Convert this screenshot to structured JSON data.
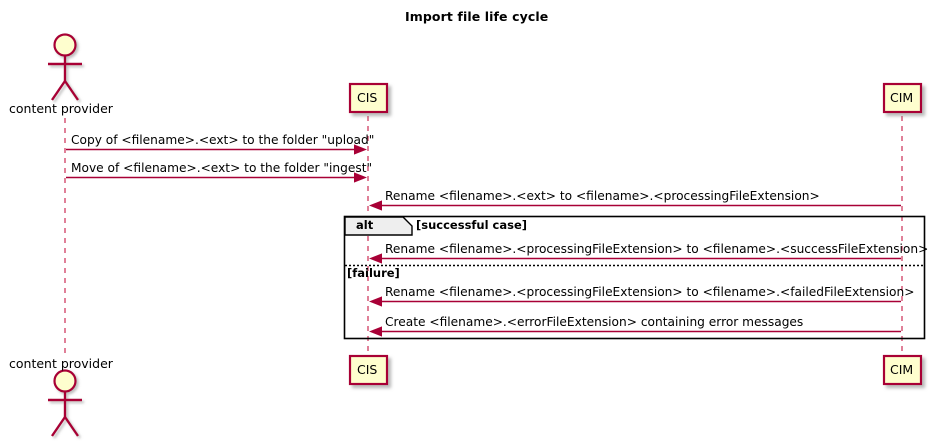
{
  "diagram": {
    "title": "Import file life cycle",
    "type": "uml-sequence-diagram",
    "colors": {
      "line": "#A80036",
      "lifeline": "#A80036",
      "box_fill": "#FEFECE",
      "box_border": "#A80036",
      "actor_head_fill": "#FEFECE",
      "actor_stroke": "#A80036",
      "fragment_border": "#000000",
      "fragment_tab_fill": "#EEEEEE",
      "background": "#FFFFFF",
      "text": "#000000"
    }
  },
  "actors": [
    {
      "name": "content-provider",
      "label": "content provider",
      "position": "left"
    }
  ],
  "participants": [
    {
      "name": "cis",
      "label": "CIS"
    },
    {
      "name": "cim",
      "label": "CIM"
    }
  ],
  "messages": [
    {
      "id": "msg-1",
      "label": "Copy of <filename>.<ext> to the folder \"upload\"",
      "from": "content provider",
      "to": "CIS",
      "direction": "right"
    },
    {
      "id": "msg-2",
      "label": "Move of <filename>.<ext> to the folder \"ingest\"",
      "from": "content provider",
      "to": "CIS",
      "direction": "right"
    },
    {
      "id": "msg-3",
      "label": "Rename <filename>.<ext> to <filename>.<processingFileExtension>",
      "from": "CIM",
      "to": "CIS",
      "direction": "left"
    }
  ],
  "fragment": {
    "operator": "alt",
    "branches": [
      {
        "guard": "[successful case]",
        "messages": [
          {
            "id": "msg-4",
            "label": "Rename <filename>.<processingFileExtension> to <filename>.<successFileExtension>",
            "from": "CIM",
            "to": "CIS",
            "direction": "left"
          }
        ]
      },
      {
        "guard": "[failure]",
        "messages": [
          {
            "id": "msg-5",
            "label": "Rename <filename>.<processingFileExtension> to <filename>.<failedFileExtension>",
            "from": "CIM",
            "to": "CIS",
            "direction": "left"
          },
          {
            "id": "msg-6",
            "label": "Create <filename>.<errorFileExtension> containing error messages",
            "from": "CIM",
            "to": "CIS",
            "direction": "left"
          }
        ]
      }
    ]
  },
  "footer": {
    "actor_label": "content provider",
    "participant_labels": [
      "CIS",
      "CIM"
    ]
  }
}
